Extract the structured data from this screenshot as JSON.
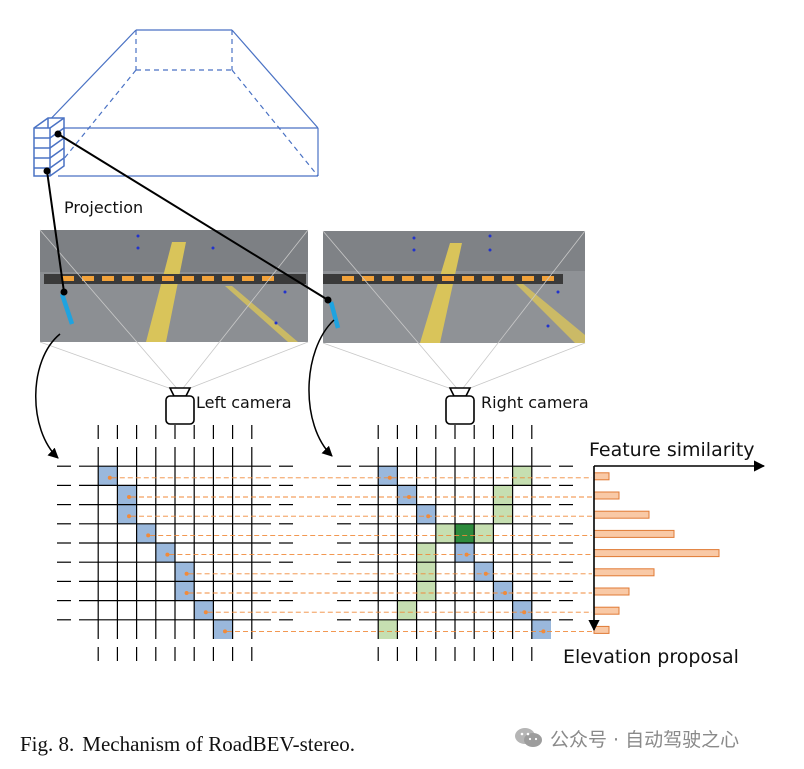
{
  "labels": {
    "projection": "Projection",
    "left_camera": "Left camera",
    "right_camera": "Right camera",
    "feature_similarity": "Feature similarity",
    "elevation_proposal": "Elevation proposal"
  },
  "caption": {
    "number": "Fig. 8.",
    "text": "Mechanism of RoadBEV-stereo."
  },
  "watermark": {
    "text": "公众号 · 自动驾驶之心"
  },
  "colors": {
    "volume_blue": "#4a72c4",
    "cell_blue": "#9ab8dc",
    "cell_green_light": "#c6dfb1",
    "cell_green_dark": "#2e8b3d",
    "dot_orange": "#f08a3a",
    "bar_fill": "#f9c9a6",
    "bar_stroke": "#e07a35",
    "road_gray": "#8c8f93",
    "lane_yellow": "#d9c45a",
    "bump_orange": "#f2a23a"
  },
  "grid": {
    "rows": 10,
    "cols": 10,
    "left_blue_cells": [
      [
        1,
        1
      ],
      [
        2,
        2
      ],
      [
        3,
        2
      ],
      [
        4,
        3
      ],
      [
        5,
        4
      ],
      [
        6,
        5
      ],
      [
        7,
        5
      ],
      [
        8,
        6
      ],
      [
        9,
        7
      ]
    ],
    "right_blue_cells": [
      [
        1,
        1
      ],
      [
        2,
        2
      ],
      [
        3,
        3
      ],
      [
        5,
        5
      ],
      [
        6,
        6
      ],
      [
        7,
        7
      ],
      [
        8,
        8
      ],
      [
        9,
        9
      ]
    ],
    "right_green_light_cells": [
      [
        1,
        8
      ],
      [
        2,
        7
      ],
      [
        3,
        7
      ],
      [
        4,
        6
      ],
      [
        4,
        4
      ],
      [
        5,
        3
      ],
      [
        6,
        3
      ],
      [
        7,
        3
      ],
      [
        8,
        2
      ],
      [
        9,
        1
      ]
    ],
    "right_green_dark_cells": [
      [
        4,
        5
      ]
    ]
  },
  "feature_similarity_bars": [
    0.03,
    0.05,
    0.11,
    0.16,
    0.25,
    0.12,
    0.07,
    0.05,
    0.03
  ]
}
